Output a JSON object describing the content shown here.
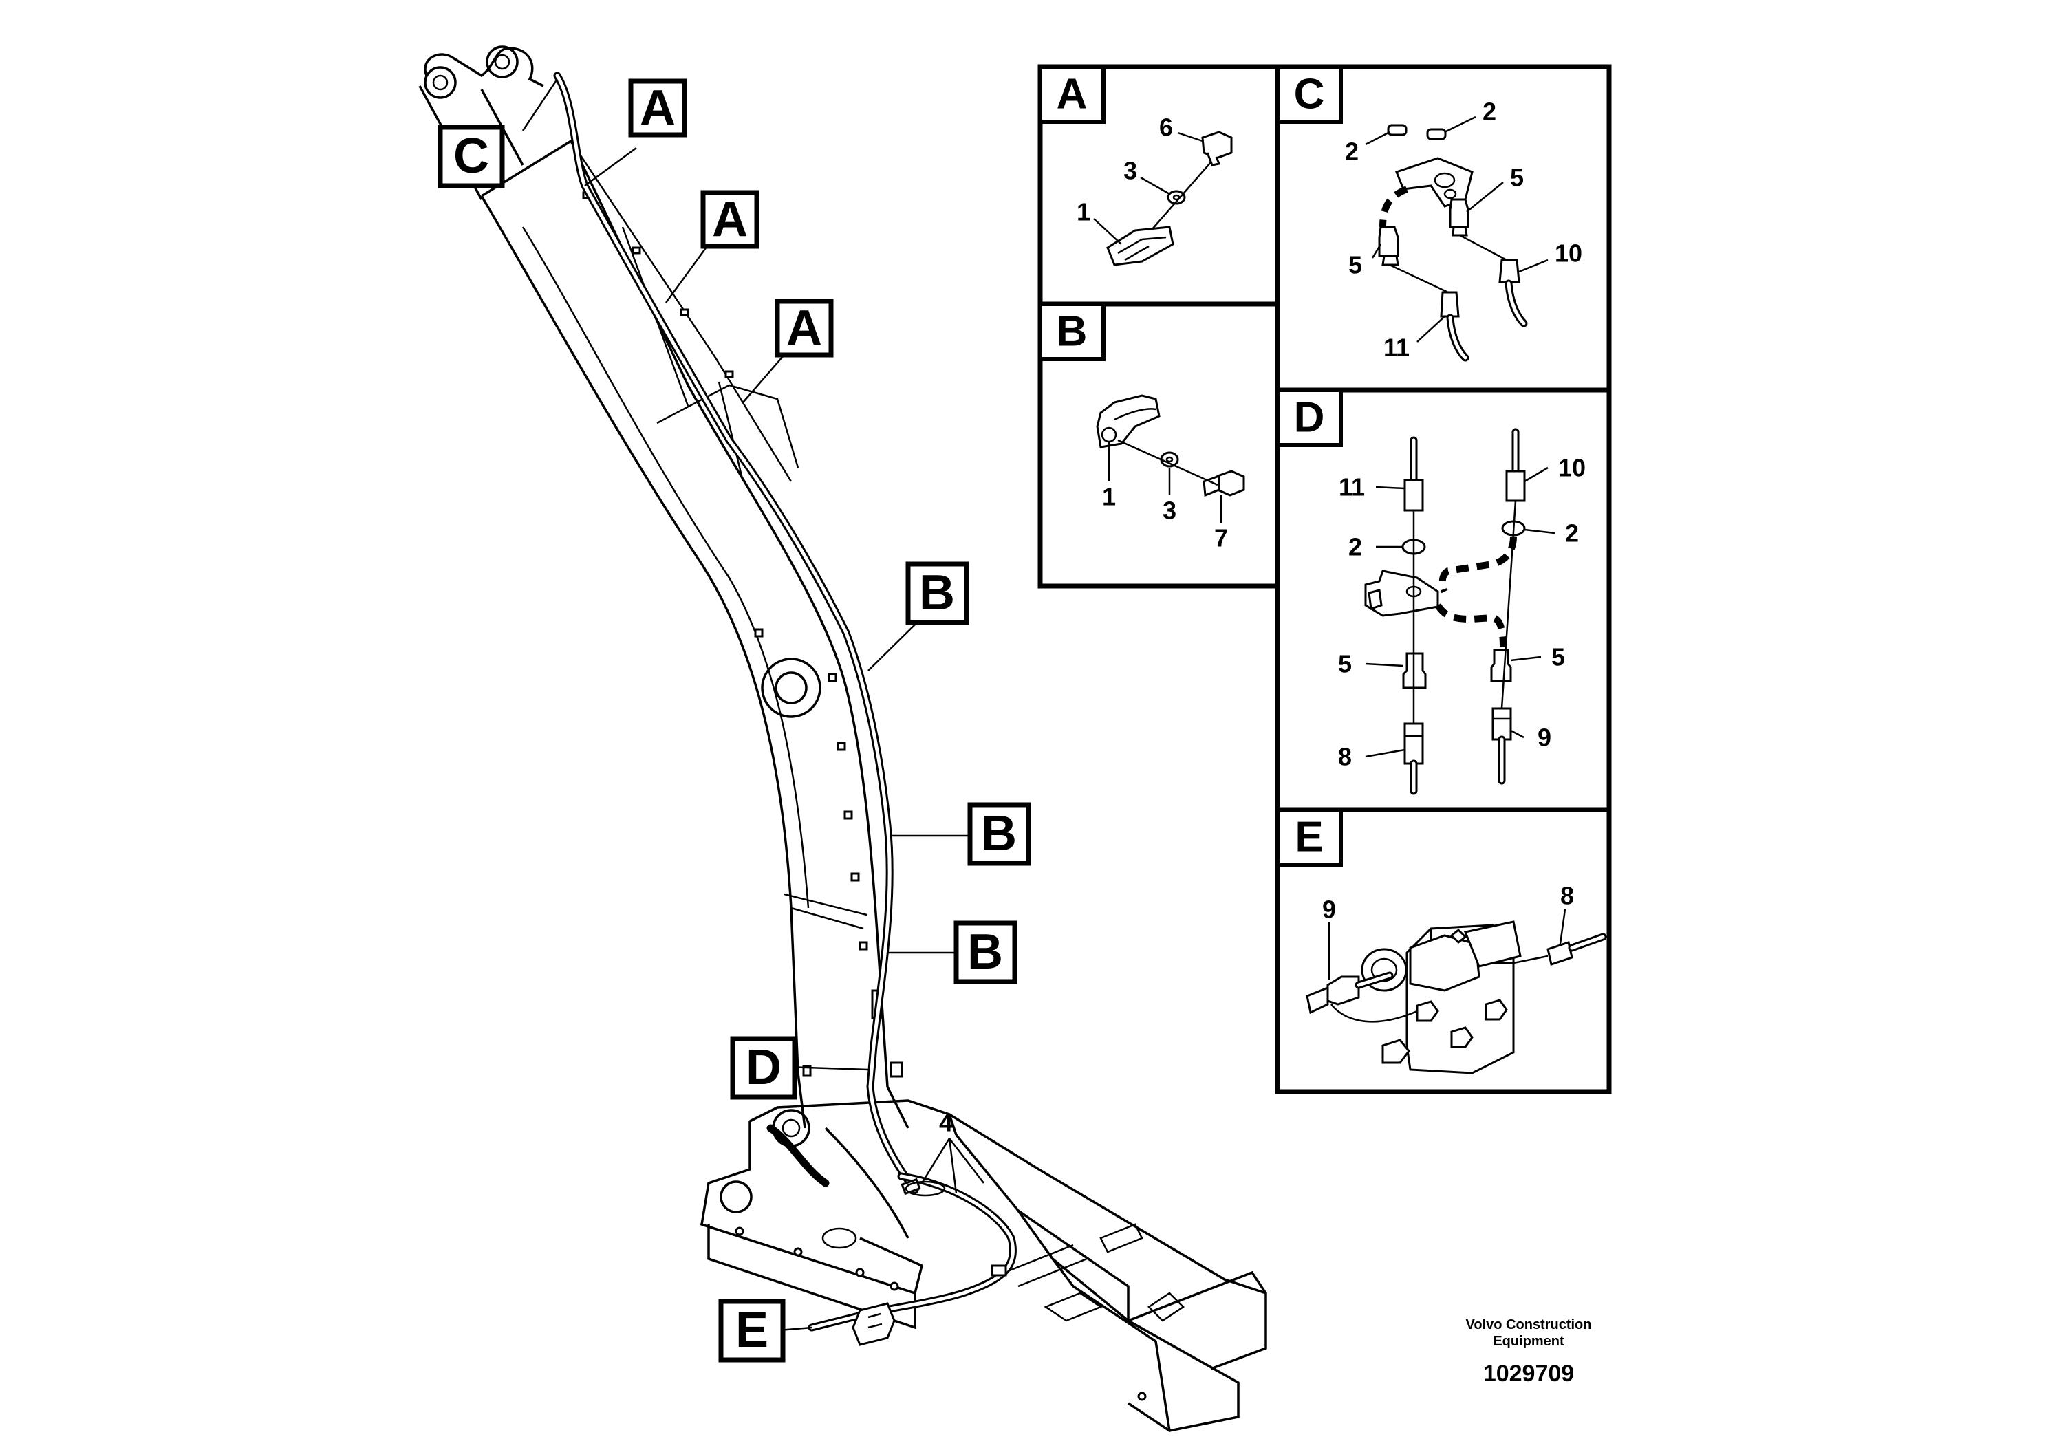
{
  "callouts": {
    "A": "A",
    "B": "B",
    "C": "C",
    "D": "D",
    "E": "E",
    "clamp_group": "4"
  },
  "panels": {
    "A": {
      "label": "A",
      "parts": [
        "6",
        "3",
        "1"
      ]
    },
    "B": {
      "label": "B",
      "parts": [
        "1",
        "3",
        "7"
      ]
    },
    "C": {
      "label": "C",
      "parts": [
        "2",
        "2",
        "5",
        "5",
        "10",
        "11"
      ]
    },
    "D": {
      "label": "D",
      "parts": [
        "11",
        "10",
        "2",
        "2",
        "5",
        "5",
        "8",
        "9"
      ]
    },
    "E": {
      "label": "E",
      "parts": [
        "9",
        "8"
      ]
    }
  },
  "footer": {
    "manufacturer_line1": "Volvo Construction",
    "manufacturer_line2": "Equipment",
    "drawing_number": "1029709"
  }
}
